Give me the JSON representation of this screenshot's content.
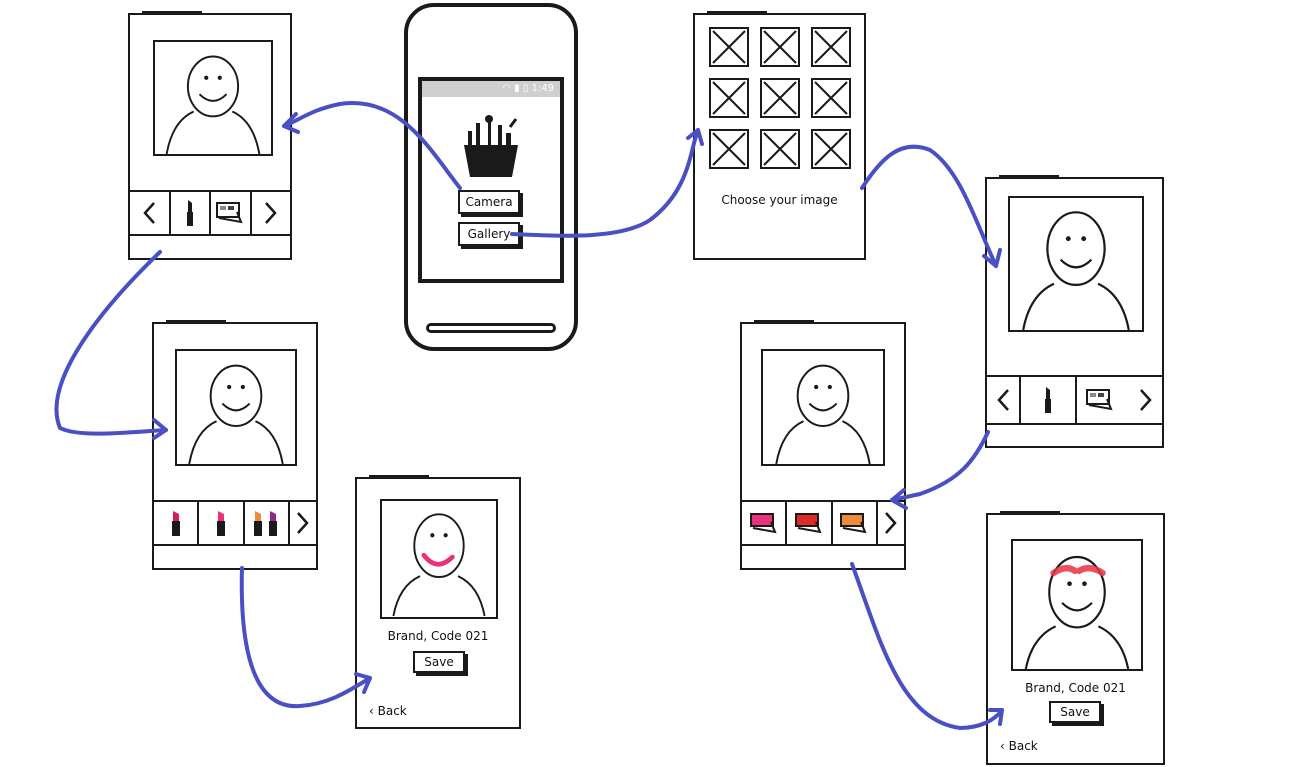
{
  "phone": {
    "statusbar_time": "1:49",
    "camera_label": "Camera",
    "gallery_label": "Gallery"
  },
  "gallery_screen": {
    "caption": "Choose your image"
  },
  "result_lips": {
    "caption": "Brand, Code 021",
    "save_label": "Save",
    "back_label": "Back"
  },
  "result_brows": {
    "caption": "Brand, Code 021",
    "save_label": "Save",
    "back_label": "Back"
  },
  "colors": {
    "arrow": "#4a4fc4",
    "ink": "#1a1a1a",
    "lipstick_red": "#d61f5a",
    "brow_red": "#e8323f",
    "palette_pink": "#e8327a",
    "palette_red": "#e02a2a",
    "palette_orange": "#f08a3c"
  },
  "icons": [
    "chevron-left-icon",
    "lipstick-icon",
    "eyeshadow-palette-icon",
    "chevron-right-icon",
    "makeup-bag-icon",
    "wifi-icon",
    "signal-icon",
    "battery-icon",
    "image-placeholder-icon"
  ]
}
